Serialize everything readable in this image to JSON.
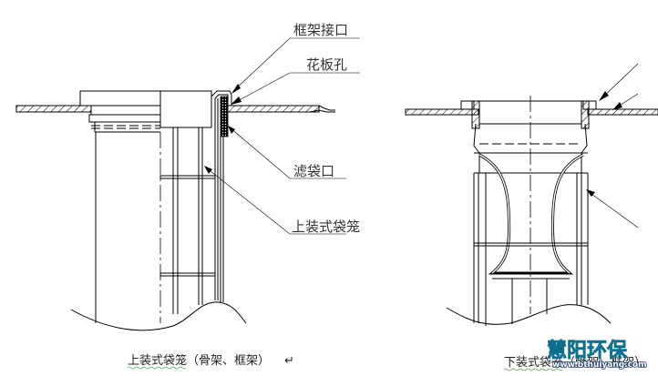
{
  "left_figure": {
    "labels": {
      "frame_interface": "框架接口",
      "tube_sheet_hole": "花板孔",
      "bag_mouth": "滤袋口",
      "top_load_cage": "上装式袋笼"
    },
    "caption": "上装式袋笼（骨架、框架）",
    "caption_mark": "↵"
  },
  "right_figure": {
    "caption": "下装式袋笼（骨架、框架）"
  },
  "watermark": {
    "brand": "慧阳环保",
    "url": "www.bthuiyang.com"
  },
  "colors": {
    "line": "#000000",
    "label_text": "#333333",
    "watermark_fill": "#1a9bc0"
  }
}
